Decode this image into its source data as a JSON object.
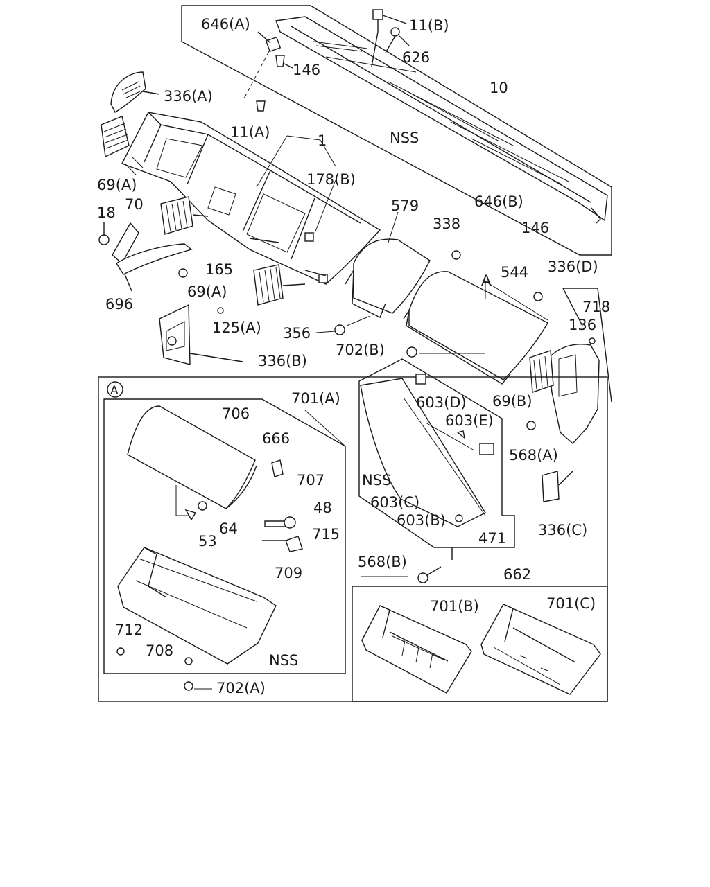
{
  "callouts": [
    {
      "id": "c-646a",
      "text": "646(A)"
    },
    {
      "id": "c-11b",
      "text": "11(B)"
    },
    {
      "id": "c-626",
      "text": "626"
    },
    {
      "id": "c-146-top",
      "text": "146"
    },
    {
      "id": "c-336a",
      "text": "336(A)"
    },
    {
      "id": "c-10",
      "text": "10"
    },
    {
      "id": "c-11a",
      "text": "11(A)"
    },
    {
      "id": "c-nss-top",
      "text": "NSS"
    },
    {
      "id": "c-1",
      "text": "1"
    },
    {
      "id": "c-69a-left",
      "text": "69(A)"
    },
    {
      "id": "c-178b",
      "text": "178(B)"
    },
    {
      "id": "c-579",
      "text": "579"
    },
    {
      "id": "c-338",
      "text": "338"
    },
    {
      "id": "c-646b",
      "text": "646(B)"
    },
    {
      "id": "c-146-right",
      "text": "146"
    },
    {
      "id": "c-18",
      "text": "18"
    },
    {
      "id": "c-70",
      "text": "70"
    },
    {
      "id": "c-165",
      "text": "165"
    },
    {
      "id": "c-a-ref",
      "text": "A"
    },
    {
      "id": "c-544",
      "text": "544"
    },
    {
      "id": "c-336d",
      "text": "336(D)"
    },
    {
      "id": "c-69a-mid",
      "text": "69(A)"
    },
    {
      "id": "c-718",
      "text": "718"
    },
    {
      "id": "c-696",
      "text": "696"
    },
    {
      "id": "c-136",
      "text": "136"
    },
    {
      "id": "c-125a",
      "text": "125(A)"
    },
    {
      "id": "c-356",
      "text": "356"
    },
    {
      "id": "c-702b",
      "text": "702(B)"
    },
    {
      "id": "c-336b",
      "text": "336(B)"
    },
    {
      "id": "c-a-box",
      "text": "A"
    },
    {
      "id": "c-701a",
      "text": "701(A)"
    },
    {
      "id": "c-603d",
      "text": "603(D)"
    },
    {
      "id": "c-69b",
      "text": "69(B)"
    },
    {
      "id": "c-706",
      "text": "706"
    },
    {
      "id": "c-603e",
      "text": "603(E)"
    },
    {
      "id": "c-666",
      "text": "666"
    },
    {
      "id": "c-568a",
      "text": "568(A)"
    },
    {
      "id": "c-nss-mid",
      "text": "NSS"
    },
    {
      "id": "c-707",
      "text": "707"
    },
    {
      "id": "c-603c",
      "text": "603(C)"
    },
    {
      "id": "c-48",
      "text": "48"
    },
    {
      "id": "c-603b",
      "text": "603(B)"
    },
    {
      "id": "c-64",
      "text": "64"
    },
    {
      "id": "c-53",
      "text": "53"
    },
    {
      "id": "c-715",
      "text": "715"
    },
    {
      "id": "c-336c",
      "text": "336(C)"
    },
    {
      "id": "c-471",
      "text": "471"
    },
    {
      "id": "c-568b",
      "text": "568(B)"
    },
    {
      "id": "c-709",
      "text": "709"
    },
    {
      "id": "c-662",
      "text": "662"
    },
    {
      "id": "c-701b",
      "text": "701(B)"
    },
    {
      "id": "c-701c",
      "text": "701(C)"
    },
    {
      "id": "c-712",
      "text": "712"
    },
    {
      "id": "c-708",
      "text": "708"
    },
    {
      "id": "c-nss-bot",
      "text": "NSS"
    },
    {
      "id": "c-702a",
      "text": "702(A)"
    }
  ]
}
